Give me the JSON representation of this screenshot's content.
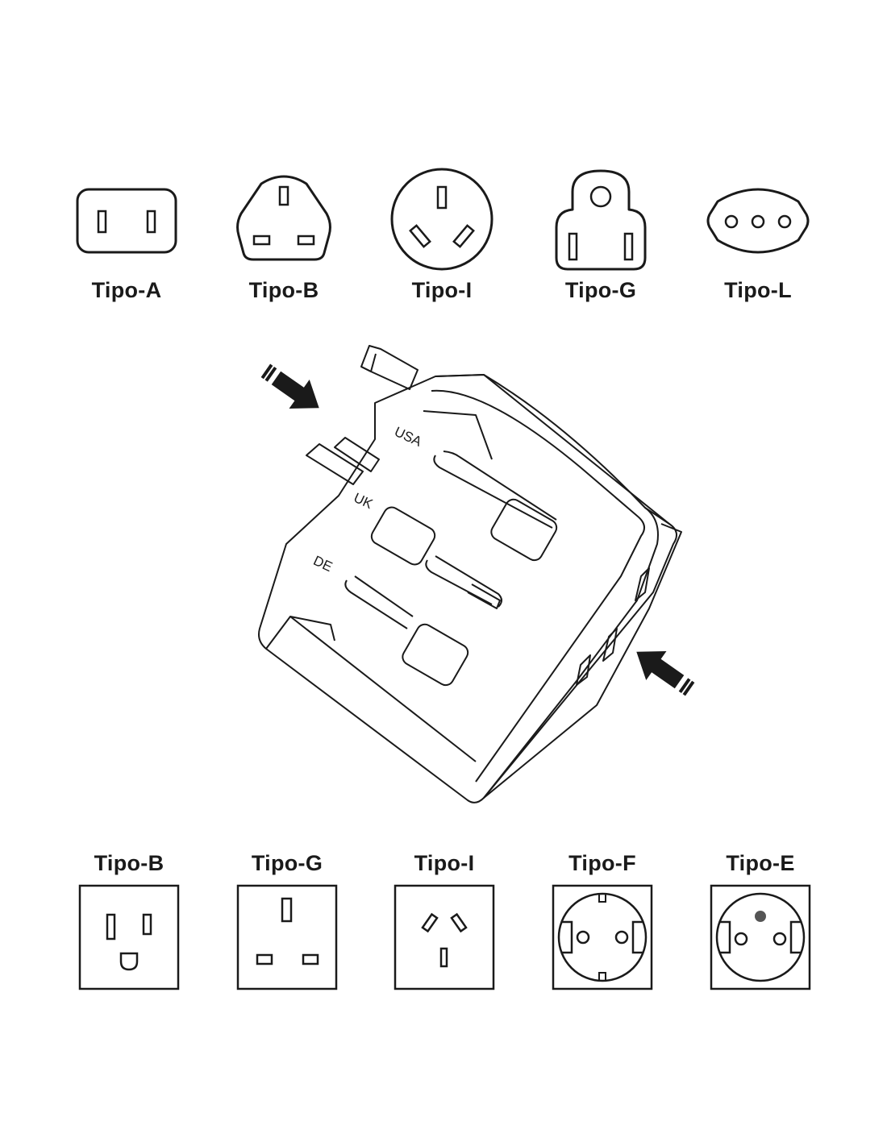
{
  "plug_types": [
    {
      "label": "Tipo-A",
      "icon": "plug-type-a-icon"
    },
    {
      "label": "Tipo-B",
      "icon": "plug-type-b-icon"
    },
    {
      "label": "Tipo-I",
      "icon": "plug-type-i-icon"
    },
    {
      "label": "Tipo-G",
      "icon": "plug-type-g-icon"
    },
    {
      "label": "Tipo-L",
      "icon": "plug-type-l-icon"
    }
  ],
  "adapter": {
    "slider_labels": {
      "usa": "USA",
      "uk": "UK",
      "de": "DE"
    },
    "illustration": "travel-adapter-illustration"
  },
  "socket_types": [
    {
      "label": "Tipo-B",
      "icon": "socket-type-b-icon"
    },
    {
      "label": "Tipo-G",
      "icon": "socket-type-g-icon"
    },
    {
      "label": "Tipo-I",
      "icon": "socket-type-i-icon"
    },
    {
      "label": "Tipo-F",
      "icon": "socket-type-f-icon"
    },
    {
      "label": "Tipo-E",
      "icon": "socket-type-e-icon"
    }
  ],
  "colors": {
    "line": "#1a1a1a",
    "ground_pin_dot": "#555555",
    "background": "#ffffff"
  }
}
